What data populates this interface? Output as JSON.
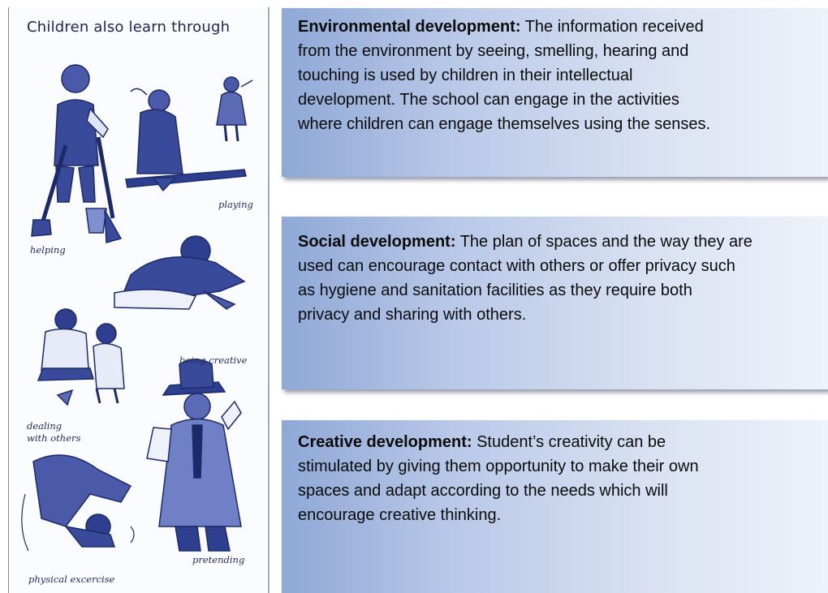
{
  "illustration": {
    "title": "Children also learn through",
    "captions": {
      "helping": "helping",
      "playing": "playing",
      "being_creative": "being creative",
      "dealing_with_others": "dealing with others",
      "pretending": "pretending",
      "physical_exercise": "physical excercise"
    }
  },
  "sections": [
    {
      "term": "Environmental development:",
      "lines": [
        " The information received",
        "from the environment by seeing, smelling, hearing and",
        "touching is used by children in their intellectual",
        "development. The school can engage in the activities",
        "where children can engage themselves using the senses."
      ]
    },
    {
      "term": "Social development:",
      "lines": [
        " The plan of spaces and the way they are",
        "used can encourage contact with others or offer privacy such",
        "as hygiene and sanitation facilities as they require both",
        "privacy and sharing with others."
      ]
    },
    {
      "term": "Creative development:",
      "lines": [
        " Student’s creativity can be",
        "stimulated by giving them opportunity to make their own",
        "spaces and adapt according to the needs which will",
        "encourage creative thinking."
      ]
    }
  ],
  "colors": {
    "illustration_blue": "#2e3f8f",
    "box_gradient_start": "#8fa8d6",
    "box_gradient_end": "#eef2fa"
  }
}
